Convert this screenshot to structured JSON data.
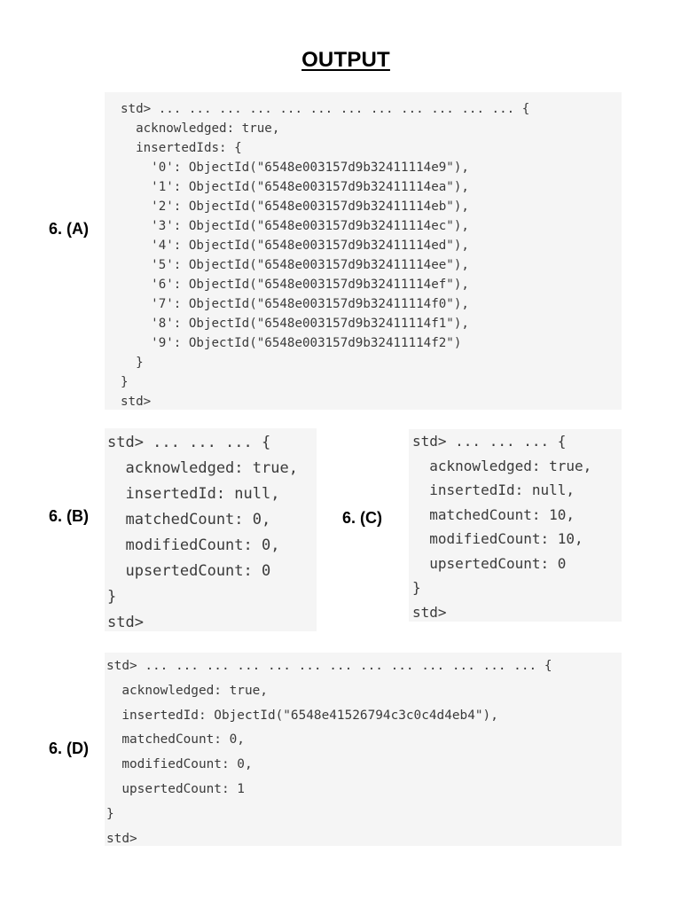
{
  "title": "OUTPUT",
  "sections": {
    "a": {
      "label": "6. (A)",
      "lines": [
        "std> ... ... ... ... ... ... ... ... ... ... ... ... {",
        "  acknowledged: true,",
        "  insertedIds: {",
        "    '0': ObjectId(\"6548e003157d9b32411114e9\"),",
        "    '1': ObjectId(\"6548e003157d9b32411114ea\"),",
        "    '2': ObjectId(\"6548e003157d9b32411114eb\"),",
        "    '3': ObjectId(\"6548e003157d9b32411114ec\"),",
        "    '4': ObjectId(\"6548e003157d9b32411114ed\"),",
        "    '5': ObjectId(\"6548e003157d9b32411114ee\"),",
        "    '6': ObjectId(\"6548e003157d9b32411114ef\"),",
        "    '7': ObjectId(\"6548e003157d9b32411114f0\"),",
        "    '8': ObjectId(\"6548e003157d9b32411114f1\"),",
        "    '9': ObjectId(\"6548e003157d9b32411114f2\")",
        "  }",
        "}",
        "std>"
      ]
    },
    "b": {
      "label": "6. (B)",
      "lines": [
        "std> ... ... ... {",
        "  acknowledged: true,",
        "  insertedId: null,",
        "  matchedCount: 0,",
        "  modifiedCount: 0,",
        "  upsertedCount: 0",
        "}",
        "std>"
      ]
    },
    "c": {
      "label": "6. (C)",
      "lines": [
        "std> ... ... ... {",
        "  acknowledged: true,",
        "  insertedId: null,",
        "  matchedCount: 10,",
        "  modifiedCount: 10,",
        "  upsertedCount: 0",
        "}",
        "std>"
      ]
    },
    "d": {
      "label": "6. (D)",
      "lines": [
        "std> ... ... ... ... ... ... ... ... ... ... ... ... ... {",
        "  acknowledged: true,",
        "  insertedId: ObjectId(\"6548e41526794c3c0c4d4eb4\"),",
        "  matchedCount: 0,",
        "  modifiedCount: 0,",
        "  upsertedCount: 1",
        "}",
        "std>"
      ]
    }
  }
}
